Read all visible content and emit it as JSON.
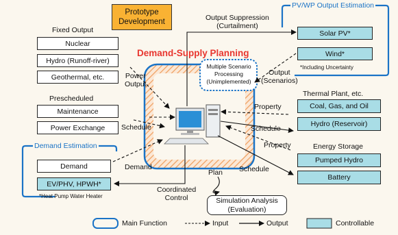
{
  "title": "Demand-Supply Planning",
  "prototype": {
    "line1": "Prototype",
    "line2": "Development"
  },
  "fixed_output": {
    "heading": "Fixed Output",
    "items": [
      "Nuclear",
      "Hydro (Runoff-river)",
      "Geothermal, etc."
    ]
  },
  "power_output_label": {
    "line1": "Power",
    "line2": "Output"
  },
  "prescheduled": {
    "heading": "Prescheduled",
    "items": [
      "Maintenance",
      "Power Exchange"
    ]
  },
  "schedule_left_label": "Schedule",
  "demand_estimation": {
    "heading": "Demand Estimation",
    "items": [
      "Demand",
      "EV/PHV, HPWH*"
    ],
    "note": "*Heat Pump Water Heater"
  },
  "demand_label": "Demand",
  "coordinated_control": {
    "line1": "Coordinated",
    "line2": "Control"
  },
  "plan_label": "Plan",
  "simulation": {
    "line1": "Simulation Analysis",
    "line2": "(Evaluation)"
  },
  "output_suppression": {
    "line1": "Output Suppression",
    "line2": "(Curtailment)"
  },
  "scenario_box": {
    "line1": "Multiple Scenario",
    "line2": "Processing",
    "line3": "(Unimplemented)"
  },
  "output_scenarios": {
    "line1": "Output",
    "line2": "(Scenarios)"
  },
  "pvwp": {
    "heading": "PV/WP Output Estimation",
    "items": [
      "Solar PV*",
      "Wind*"
    ],
    "note": "*Including Uncertainty"
  },
  "thermal": {
    "heading": "Thermal Plant, etc.",
    "items": [
      "Coal, Gas, and Oil",
      "Hydro (Reservoir)"
    ]
  },
  "property_label_1": "Property",
  "schedule_right_label_1": "Schedule",
  "storage": {
    "heading": "Energy Storage",
    "items": [
      "Pumped Hydro",
      "Battery"
    ]
  },
  "property_label_2": "Property",
  "schedule_right_label_2": "Schedule",
  "legend": {
    "main_function": "Main Function",
    "input": "Input",
    "output": "Output",
    "controllable": "Controllable"
  },
  "colors": {
    "background": "#fbf7ee",
    "main_function_border": "#1a73c6",
    "hatch": "#f0a060",
    "controllable": "#a9dde6",
    "prototype": "#f9b233",
    "title": "#e8362f"
  }
}
